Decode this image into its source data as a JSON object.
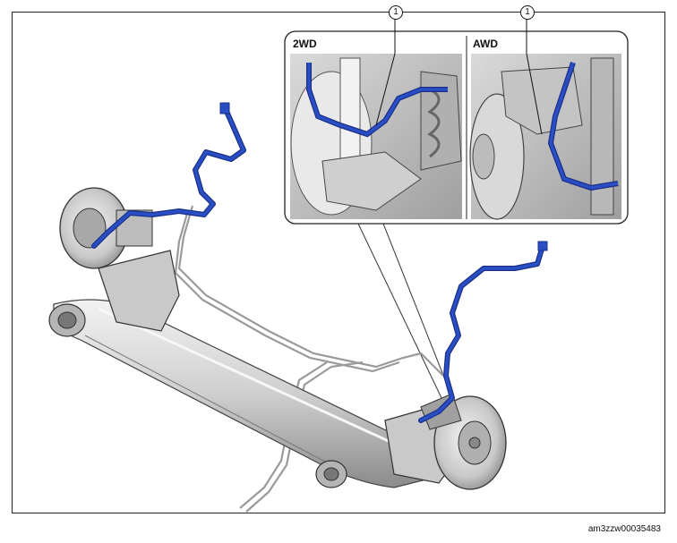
{
  "inset": {
    "left_label": "2WD",
    "right_label": "AWD",
    "callouts": [
      "1",
      "1"
    ]
  },
  "figure_code": "am3zzw00035483",
  "colors": {
    "harness": "#2a4fc4",
    "harness_dark": "#1a2f8a",
    "metal_light": "#e6e6e6",
    "metal_mid": "#bdbdbd",
    "metal_dark": "#7a7a7a",
    "outline": "#333333",
    "frame": "#222222"
  }
}
